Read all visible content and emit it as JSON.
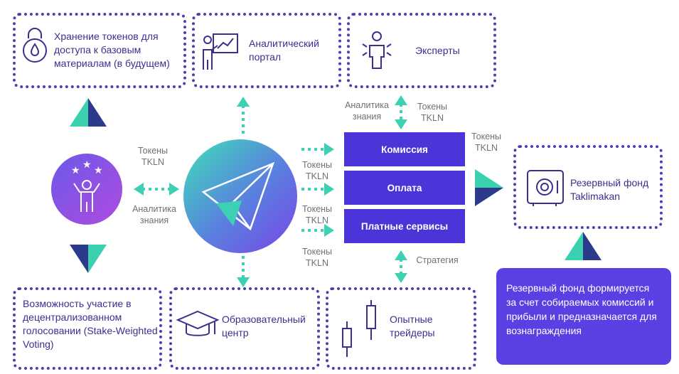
{
  "boxes": {
    "token_storage": "Хранение токенов для доступа к базовым материалам (в будущем)",
    "analytics_portal": "Аналитический портал",
    "experts": "Эксперты",
    "voting": "Возможность участие в децентрализованном голосовании (Stake-Weighted Voting)",
    "education": "Образовательный центр",
    "traders": "Опытные трейдеры",
    "reserve_fund": "Резервный фонд Taklimakan"
  },
  "bars": {
    "commission": "Комиссия",
    "payment": "Оплата",
    "paid_services": "Платные сервисы"
  },
  "labels": {
    "tokens_left": "Токены TKLN",
    "analytics_left": "Аналитика знания",
    "analytics_top": "Аналитика знания",
    "tokens_top": "Токены TKLN",
    "tokens_bar1": "Токены TKLN",
    "tokens_bar2": "Токены TKLN",
    "tokens_bar3": "Токены TKLN",
    "tokens_reserve": "Токены TKLN",
    "strategy": "Стратегия"
  },
  "note": "Резервный фонд формируется за счет собираемых комиссий и прибыли и предназначается для вознаграждения",
  "colors": {
    "box_border": "#4a3fb0",
    "bar_fill": "#4c35d8",
    "note_fill": "#5b3fe2",
    "arrow_teal": "#3ed0b4",
    "triangle_teal": "#2aa7a0",
    "triangle_navy": "#2c3a8c"
  }
}
